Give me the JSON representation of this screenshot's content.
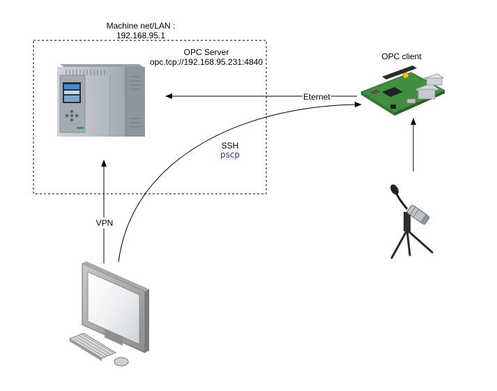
{
  "network_box": {
    "title_line1": "Machine net/LAN :",
    "title_line2": "192.168.95.1"
  },
  "opc_server": {
    "label": "OPC Server",
    "endpoint": "opc.tcp://192.168.95.231:4840",
    "icon": "plc-icon"
  },
  "opc_client": {
    "label": "OPC client",
    "icon": "raspberry-pi-icon"
  },
  "links": {
    "ethernet_label": "Eternet",
    "ssh_label": "SSH",
    "ssh_tool_label": "pscp",
    "vpn_label": "VPN"
  },
  "devices": {
    "workstation_icon": "computer-icon",
    "microphone_icon": "microphone-icon"
  },
  "colors": {
    "line": "#000000",
    "pscp_text": "#1f3a93",
    "plc_body": "#b9bec4",
    "board_green": "#3f8f3f"
  }
}
